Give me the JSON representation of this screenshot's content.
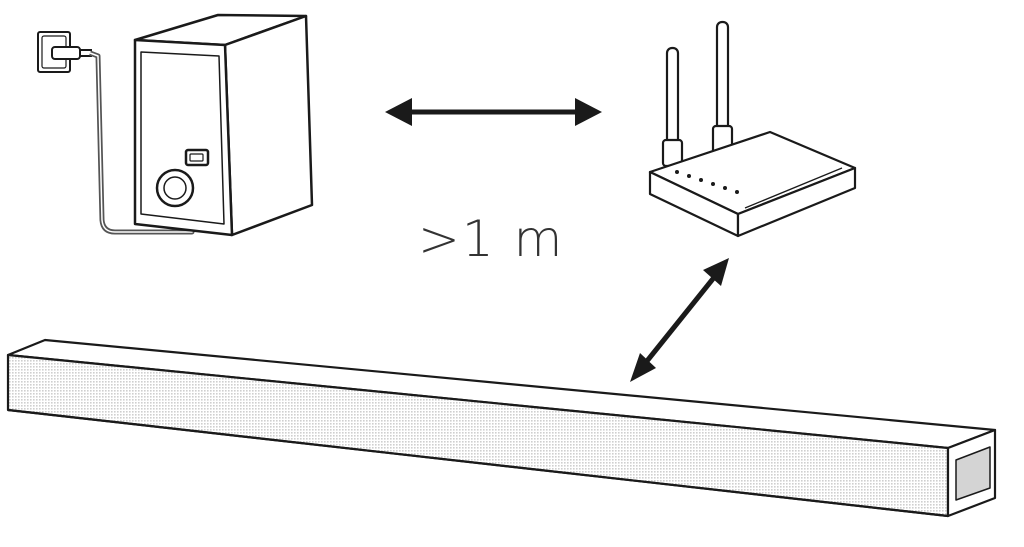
{
  "distance_label": ">1 m",
  "components": [
    "wall-outlet",
    "subwoofer",
    "wifi-router",
    "soundbar"
  ],
  "colors": {
    "line": "#1a1a1a",
    "cable": "#555555",
    "grille": "#d9d9d9",
    "background": "#ffffff"
  }
}
